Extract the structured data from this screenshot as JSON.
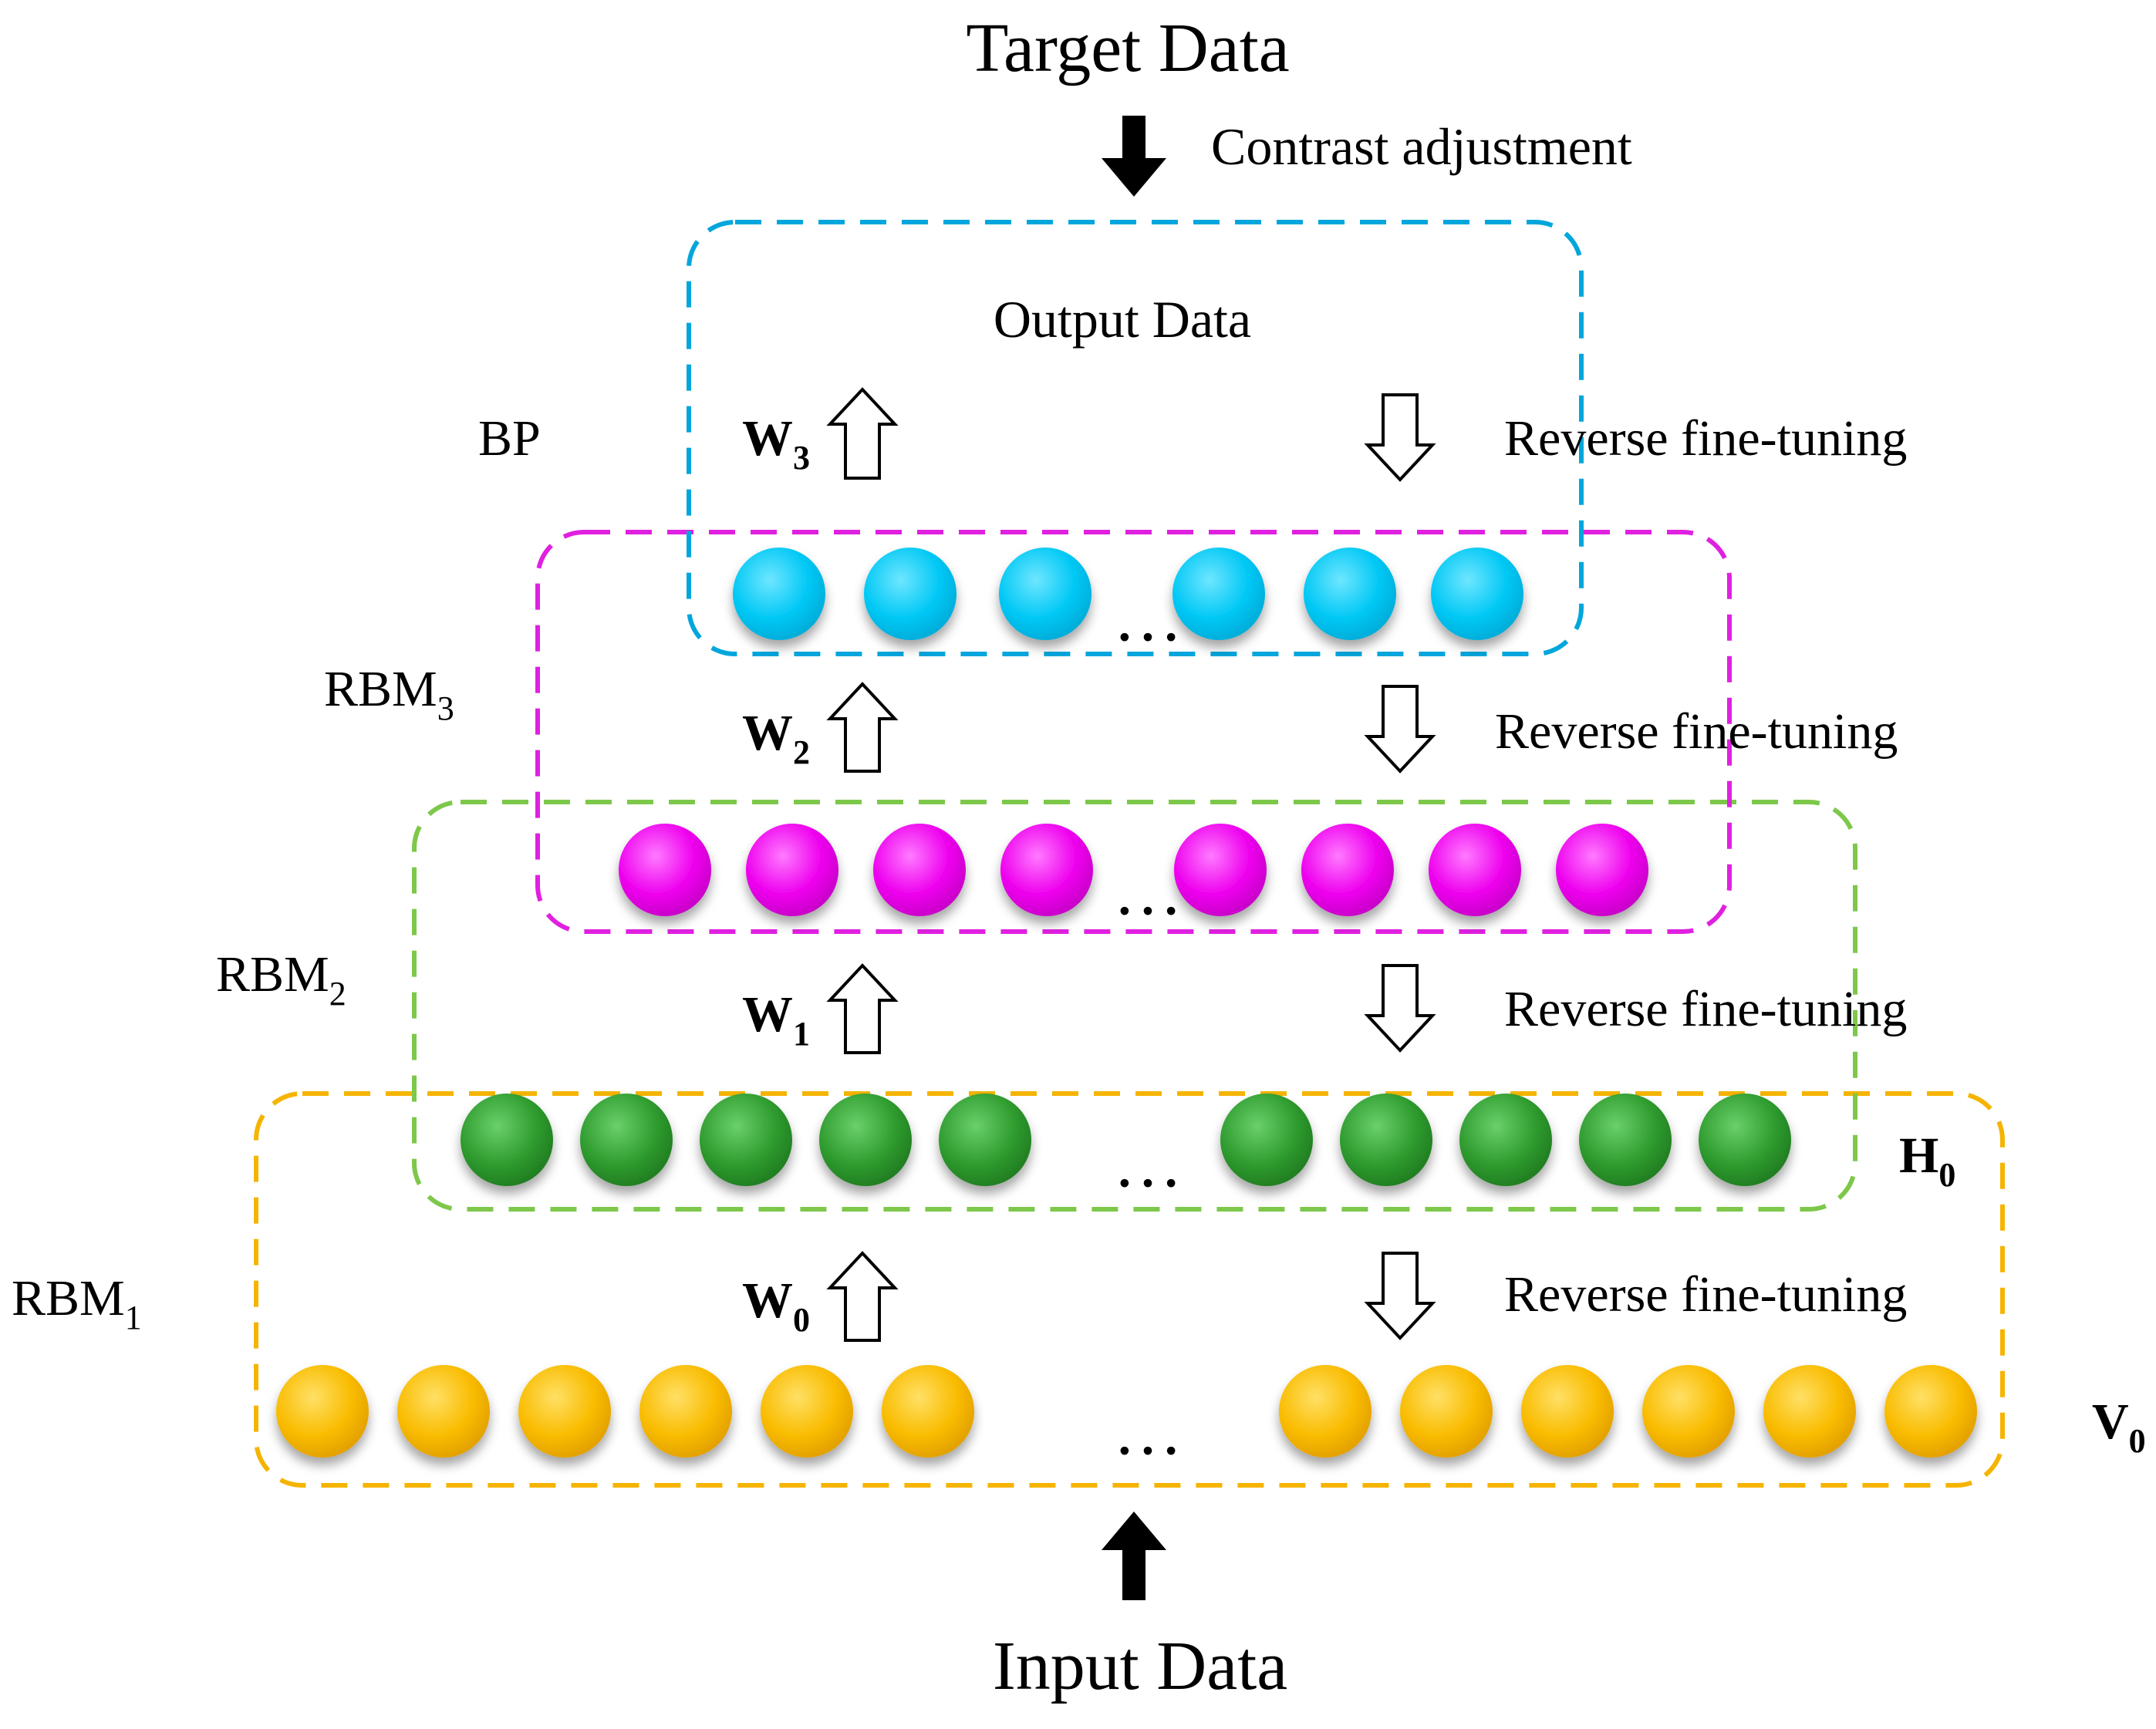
{
  "target_label": "Target Data",
  "contrast_label": "Contrast adjustment",
  "output_label": "Output Data",
  "input_label": "Input Data",
  "ellipsis": "…",
  "colors": {
    "bp": "#00a6dc",
    "rbm3": "#e020e0",
    "rbm2": "#7dc84a",
    "rbm1": "#f5b400",
    "cyan_node": "#00c8f5",
    "magenta_node": "#ee00ee",
    "green_node": "#2f9c2f",
    "yellow_node": "#f9bc00"
  },
  "boxes": [
    {
      "id": "bp",
      "name": "BP",
      "sub": ""
    },
    {
      "id": "rbm3",
      "name": "RBM",
      "sub": "3"
    },
    {
      "id": "rbm2",
      "name": "RBM",
      "sub": "2"
    },
    {
      "id": "rbm1",
      "name": "RBM",
      "sub": "1"
    }
  ],
  "weights": [
    {
      "id": "w3",
      "main": "W",
      "sub": "3",
      "right": "Reverse fine-tuning"
    },
    {
      "id": "w2",
      "main": "W",
      "sub": "2",
      "right": "Reverse fine-tuning"
    },
    {
      "id": "w1",
      "main": "W",
      "sub": "1",
      "right": "Reverse fine-tuning"
    },
    {
      "id": "w0",
      "main": "W",
      "sub": "0",
      "right": "Reverse fine-tuning"
    }
  ],
  "side_labels": [
    {
      "id": "h0",
      "main": "H",
      "sub": "0"
    },
    {
      "id": "v0",
      "main": "V",
      "sub": "0"
    }
  ],
  "layers": [
    {
      "id": "cyan",
      "left_count": 3,
      "right_count": 3
    },
    {
      "id": "magenta",
      "left_count": 4,
      "right_count": 4
    },
    {
      "id": "green",
      "left_count": 5,
      "right_count": 5
    },
    {
      "id": "yellow",
      "left_count": 6,
      "right_count": 6
    }
  ],
  "icons": [
    "solid-down-arrow-icon",
    "solid-up-arrow-icon",
    "hollow-up-arrow-icon",
    "hollow-down-arrow-icon"
  ]
}
